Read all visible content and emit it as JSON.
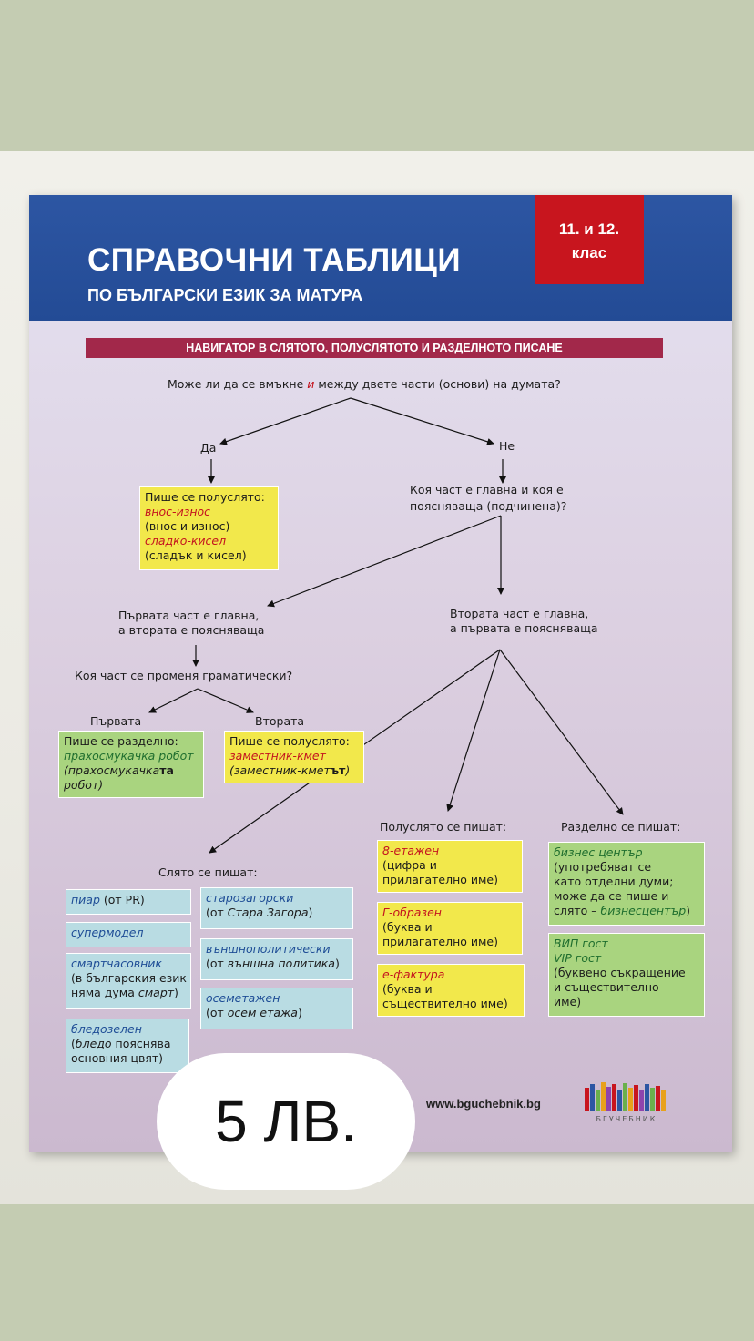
{
  "cover": {
    "title_line1": "СПРАВОЧНИ ТАБЛИЦИ",
    "title_line2": "ПО БЪЛГАРСКИ ЕЗИК ЗА МАТУРА",
    "grade_line1": "11. и 12.",
    "grade_line2": "клас",
    "banner": "НАВИГАТОР В СЛЯТОТО, ПОЛУСЛЯТОТО И РАЗДЕЛНОТО ПИСАНЕ"
  },
  "flow": {
    "question_pre": "Може ли да се вмъкне ",
    "question_i": "и",
    "question_post": " между двете части (основи) на думата?",
    "yes": "Да",
    "no": "Не",
    "yes_box": {
      "head": "Пише се полуслято:",
      "ex1": "внос-износ",
      "ex1_note": "(внос и износ)",
      "ex2": "сладко-кисел",
      "ex2_note": "(сладък и кисел)"
    },
    "no_question_l1": "Коя част е главна и коя е",
    "no_question_l2": "поясняваща (подчинена)?",
    "first_main_l1": "Първата част е главна,",
    "first_main_l2": "а втората е поясняваща",
    "second_main_l1": "Втората част е главна,",
    "second_main_l2": "а първата е поясняваща",
    "gram_question": "Коя част се променя граматически?",
    "first_label": "Първата",
    "second_label": "Втората",
    "first_box": {
      "head": "Пише се разделно:",
      "ex": "прахосмукачка робот",
      "note_pre": "(прахосмукачка",
      "note_bold": "та",
      "note_end": "робот)"
    },
    "second_box": {
      "head": "Пише се полуслято:",
      "ex": "заместник-кмет",
      "note_pre": "(заместник-кмет",
      "note_bold": "ът",
      "note_end": ")"
    }
  },
  "together": {
    "heading": "Слято се пишат:",
    "left": [
      {
        "ex": "пиар",
        "note": " (от PR)"
      },
      {
        "ex": "супермодел",
        "note": ""
      },
      {
        "ex": "смартчасовник",
        "note_l1": "(в българския език",
        "note_l2_pre": "няма дума ",
        "note_l2_it": "смарт",
        "note_l2_post": ")"
      },
      {
        "ex": "бледозелен",
        "note_l1_pre": "(",
        "note_l1_it": "бледо",
        "note_l1_post": " пояснява",
        "note_l2": "основния цвят)"
      }
    ],
    "right": [
      {
        "ex": "старозагорски",
        "note_pre": "(от ",
        "note_it": "Стара Загора",
        "note_post": ")"
      },
      {
        "ex": "външнополитически",
        "note_pre": "(от ",
        "note_it": "външна политика",
        "note_post": ")"
      },
      {
        "ex": "осеметажен",
        "note_pre": "(от ",
        "note_it": "осем етажа",
        "note_post": ")"
      }
    ]
  },
  "semi": {
    "heading": "Полуслято се пишат:",
    "items": [
      {
        "ex": "8-етажен",
        "note_l1": "(цифра и",
        "note_l2": "прилагателно име)"
      },
      {
        "ex": "Г-образен",
        "note_l1": "(буква и",
        "note_l2": "прилагателно име)"
      },
      {
        "ex": "е-фактура",
        "note_l1": "(буква и",
        "note_l2": "съществително име)"
      }
    ]
  },
  "separate": {
    "heading": "Разделно се пишат:",
    "items": [
      {
        "ex": "бизнес център",
        "l1": "(употребяват се",
        "l2": "като отделни думи;",
        "l3": "може да се пише и",
        "l4_pre": "слято – ",
        "l4_it": "бизнесцентър",
        "l4_post": ")"
      },
      {
        "ex1": "ВИП гост",
        "ex2": "VIP гост",
        "l1": "(буквено съкращение",
        "l2": "и съществително",
        "l3": "име)"
      }
    ]
  },
  "footer": {
    "url": "www.bguchebnik.bg",
    "logo_text": "БГУЧЕБНИК"
  },
  "price": "5 ЛВ.",
  "colors": {
    "header_blue": "#2d56a3",
    "badge_red": "#c8151e",
    "banner_maroon": "#a2284a",
    "box_yellow": "#f2e84b",
    "box_green": "#a9d47f",
    "box_blue": "#b9dce3"
  }
}
